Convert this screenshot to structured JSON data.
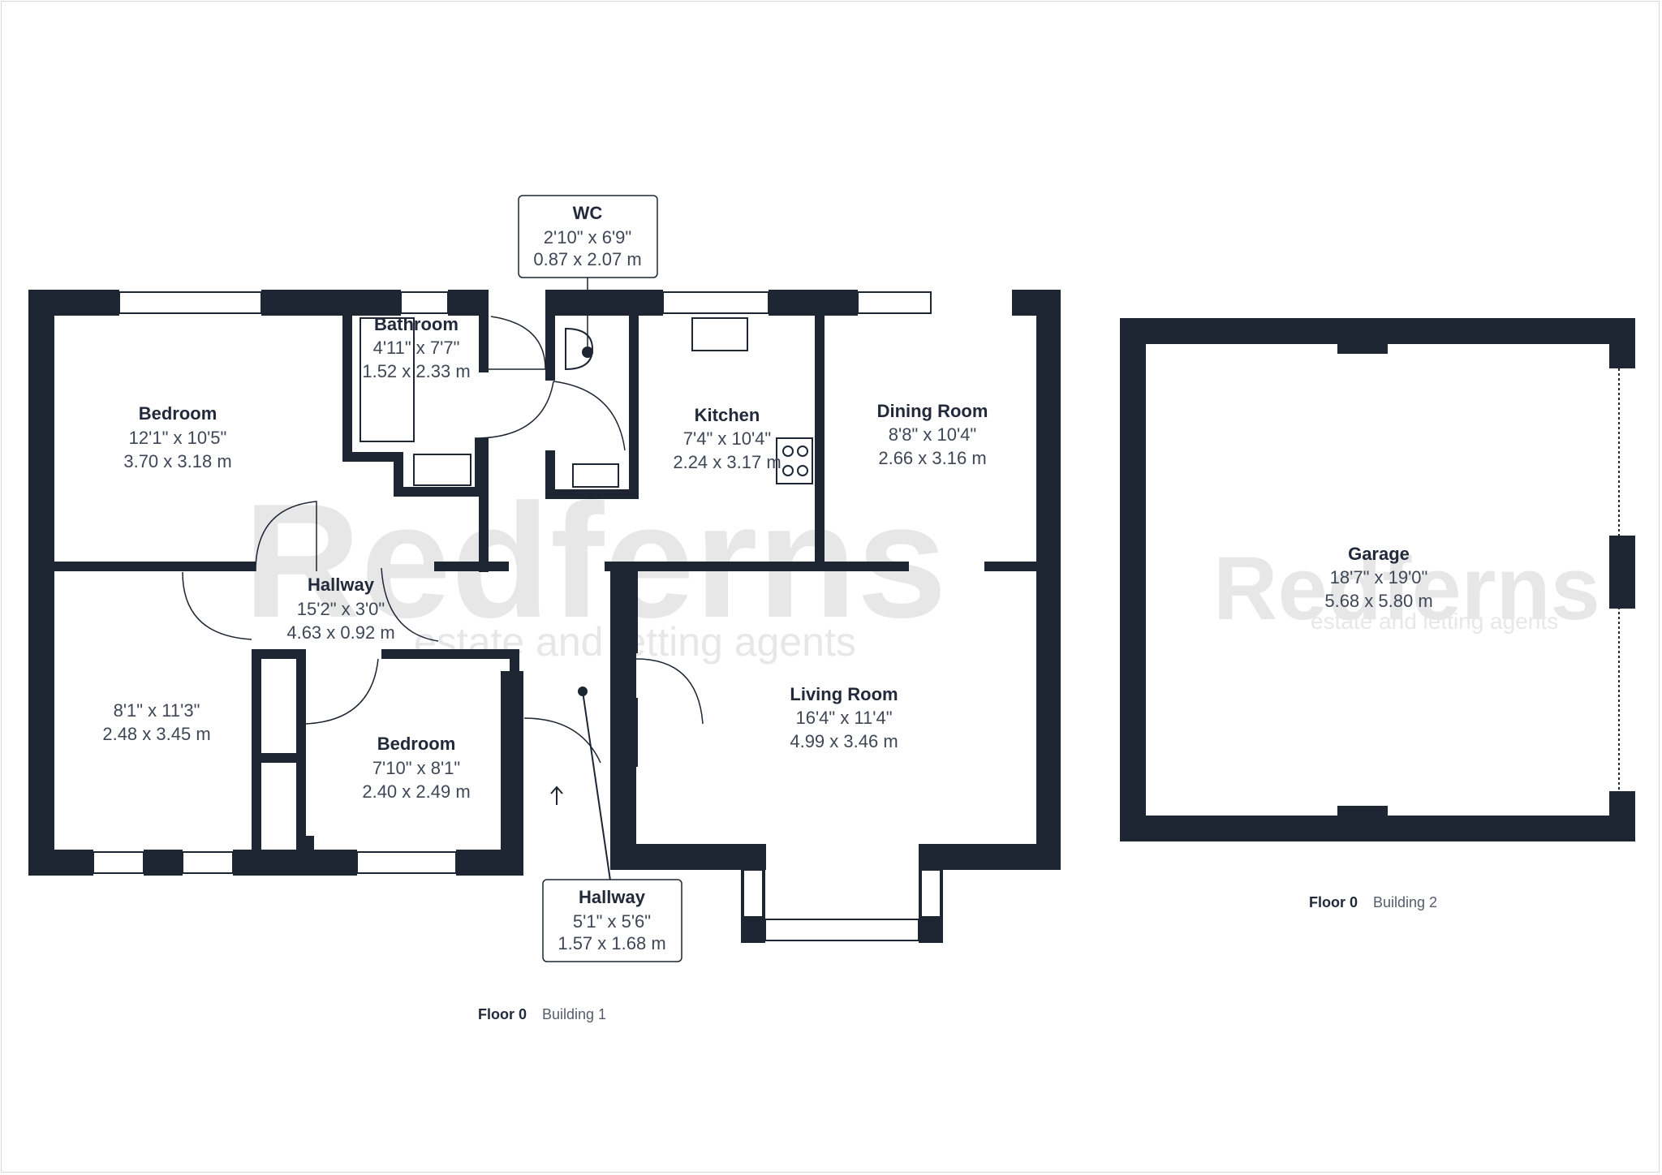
{
  "watermark": {
    "brand": "Redferns",
    "tagline": "estate and letting agents"
  },
  "rooms": {
    "wc": {
      "name": "WC",
      "imperial": "2'10\" x 6'9\"",
      "metric": "0.87 x 2.07 m"
    },
    "bathroom": {
      "name": "Bathroom",
      "imperial": "4'11\" x 7'7\"",
      "metric": "1.52 x 2.33 m"
    },
    "bedroom1": {
      "name": "Bedroom",
      "imperial": "12'1\" x 10'5\"",
      "metric": "3.70 x 3.18 m"
    },
    "kitchen": {
      "name": "Kitchen",
      "imperial": "7'4\" x 10'4\"",
      "metric": "2.24 x 3.17 m"
    },
    "dining": {
      "name": "Dining Room",
      "imperial": "8'8\" x 10'4\"",
      "metric": "2.66 x 3.16 m"
    },
    "hallway1": {
      "name": "Hallway",
      "imperial": "15'2\" x 3'0\"",
      "metric": "4.63 x 0.92 m"
    },
    "room_unnamed": {
      "imperial": "8'1\" x 11'3\"",
      "metric": "2.48 x 3.45 m"
    },
    "bedroom2": {
      "name": "Bedroom",
      "imperial": "7'10\" x 8'1\"",
      "metric": "2.40 x 2.49 m"
    },
    "living": {
      "name": "Living Room",
      "imperial": "16'4\" x 11'4\"",
      "metric": "4.99 x 3.46 m"
    },
    "hallway2": {
      "name": "Hallway",
      "imperial": "5'1\" x 5'6\"",
      "metric": "1.57 x 1.68 m"
    },
    "garage": {
      "name": "Garage",
      "imperial": "18'7\" x 19'0\"",
      "metric": "5.68 x 5.80 m"
    }
  },
  "floors": {
    "building1": {
      "floor": "Floor 0",
      "building": "Building 1"
    },
    "building2": {
      "floor": "Floor 0",
      "building": "Building 2"
    }
  },
  "colors": {
    "wall": "#1e2634",
    "text": "#22293a",
    "watermark": "#e7e7e7"
  }
}
